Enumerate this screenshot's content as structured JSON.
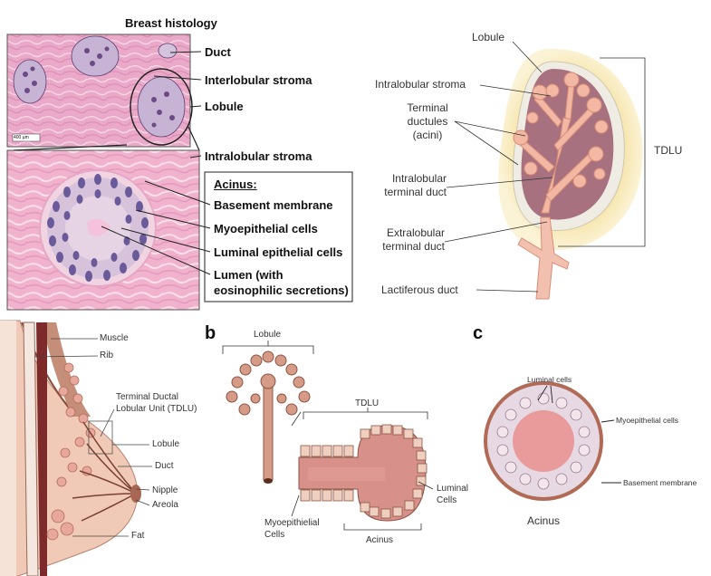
{
  "histology": {
    "title": "Breast histology",
    "scale_bar": "400 µm",
    "labels": {
      "duct": "Duct",
      "interlobular_stroma": "Interlobular stroma",
      "lobule": "Lobule",
      "intralobular_stroma": "Intralobular stroma"
    },
    "acinus_box": {
      "heading": "Acinus:",
      "items": [
        "Basement membrane",
        "Myoepithelial cells",
        "Luminal epithelial cells",
        "Lumen (with",
        "eosinophilic secretions)"
      ]
    }
  },
  "tdlu_diagram": {
    "lobule": "Lobule",
    "intralobular_stroma": "Intralobular stroma",
    "terminal_ductules_1": "Terminal",
    "terminal_ductules_2": "ductules",
    "terminal_ductules_3": "(acini)",
    "intralobular_terminal_duct_1": "Intralobular",
    "intralobular_terminal_duct_2": "terminal duct",
    "extralobular_terminal_duct_1": "Extralobular",
    "extralobular_terminal_duct_2": "terminal duct",
    "lactiferous_duct": "Lactiferous duct",
    "tdlu": "TDLU"
  },
  "breast_diagram": {
    "muscle": "Muscle",
    "rib": "Rib",
    "tdlu_1": "Terminal Ductal",
    "tdlu_2": "Lobular Unit (TDLU)",
    "lobule": "Lobule",
    "duct": "Duct",
    "nipple": "Nipple",
    "areola": "Areola",
    "fat": "Fat"
  },
  "panel_b": {
    "letter": "b",
    "lobule": "Lobule",
    "tdlu": "TDLU",
    "luminal_1": "Luminal",
    "luminal_2": "Cells",
    "myo_1": "Myoepithielial",
    "myo_2": "Cells",
    "acinus": "Acinus"
  },
  "panel_c": {
    "letter": "c",
    "luminal_cells": "Luminal cells",
    "myoepithelial_cells": "Myoepithelial cells",
    "basement_membrane": "Basement membrane",
    "acinus": "Acinus"
  }
}
